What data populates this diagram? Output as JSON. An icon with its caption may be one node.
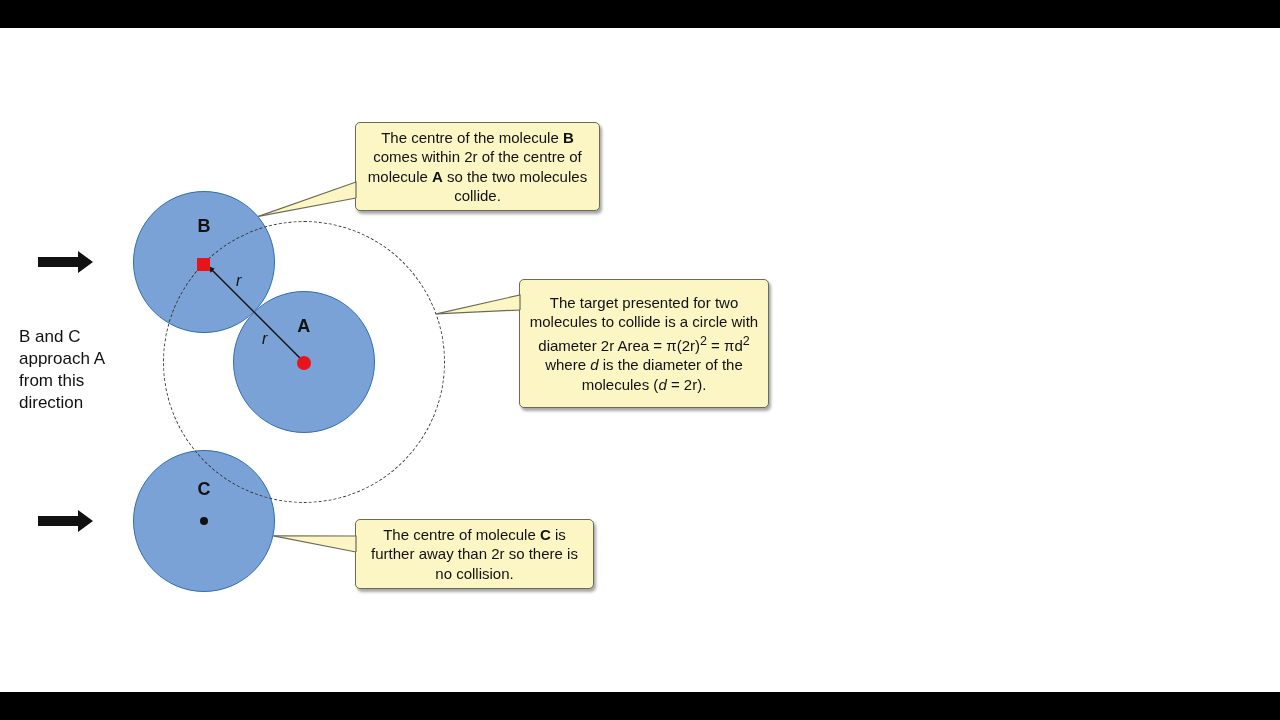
{
  "diagram": {
    "nodes": [
      {
        "text": [
          "The centre of the molecule **B** comes within 2r of the centre of molecule **A** so the two molecules collide."
        ]
      },
      {
        "text": [
          "B"
        ]
      },
      {
        "text": [],
        "shape": "circle"
      },
      {
        "text": [
          "A"
        ],
        "in": 2
      },
      {
        "text": [
          "The target presented for two molecules to collide is a circle with diameter 2r Area = π(2r)$^{2}$ = πd$^{2}$ where *d* is the diameter of the molecules (*d* = 2r)."
        ]
      },
      {
        "text": [
          "C"
        ]
      },
      {
        "text": [
          "The centre of molecule **C** is further away than 2r so there is no collision."
        ]
      }
    ],
    "edges": [
      {
        "from": 0,
        "to": 1,
        "arrow": "none"
      },
      {
        "from": 4,
        "to": 2,
        "arrow": "none"
      },
      {
        "from": 6,
        "to": 5,
        "arrow": "none"
      },
      {
        "from": 3,
        "to": 1,
        "arrow": "to"
      }
    ],
    "labels": [
      "B and C approach A from this direction",
      "r",
      "r"
    ]
  }
}
